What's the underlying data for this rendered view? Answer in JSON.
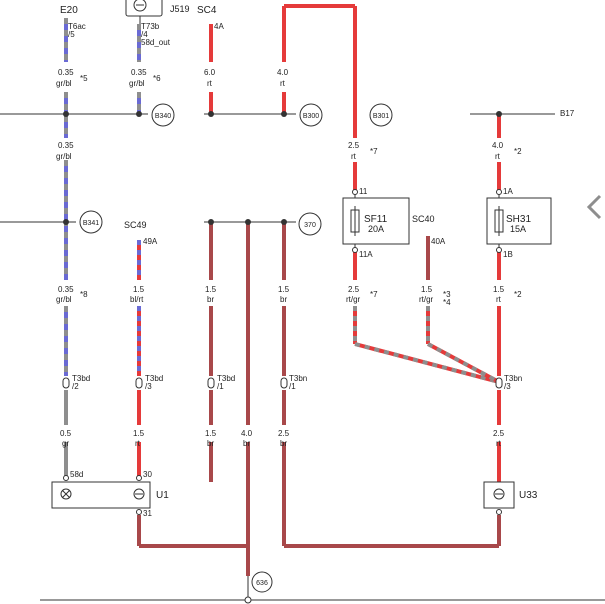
{
  "components": {
    "e20": "E20",
    "j519": "J519",
    "sc4": "SC4",
    "sc49": "SC49",
    "sc40": "SC40",
    "sf11": "SF11",
    "sf11_amp": "20A",
    "sh31": "SH31",
    "sh31_amp": "15A",
    "u1": "U1",
    "u33": "U33",
    "b17": "B17"
  },
  "nodes": {
    "b340": "B340",
    "b300": "B300",
    "b301": "B301",
    "b341": "B341",
    "n370": "370",
    "n636": "636"
  },
  "pins": {
    "t6ac": "T6ac",
    "t6ac_pin": "/5",
    "t73b": "T73b",
    "t73b_pin": "/4",
    "t73b_sig": "58d_out",
    "sc4_out": "4A",
    "sc49_out": "49A",
    "sc40_out": "40A",
    "sf11_in": "11",
    "sf11_out": "11A",
    "sh31_in": "1A",
    "sh31_out": "1B",
    "t3bd_a": "T3bd",
    "t3bd_a_pin": "/2",
    "t3bd_b": "T3bd",
    "t3bd_b_pin": "/3",
    "t3bd_c": "T3bd",
    "t3bd_c_pin": "/1",
    "t3bn_a": "T3bn",
    "t3bn_a_pin": "/1",
    "t3bn_b": "T3bn",
    "t3bn_b_pin": "/3",
    "u1_58d": "58d",
    "u1_30": "30",
    "u1_31": "31"
  },
  "wires": {
    "w1_a": "0.35",
    "w1_a_c": "gr/bl",
    "w1_a_n": "*5",
    "w2_a": "0.35",
    "w2_a_c": "gr/bl",
    "w2_a_n": "*6",
    "w3_a": "6.0",
    "w3_a_c": "rt",
    "w4_a": "4.0",
    "w4_a_c": "rt",
    "w1_b": "0.35",
    "w1_b_c": "gr/bl",
    "w5_a": "2.5",
    "w5_a_c": "rt",
    "w5_a_n": "*7",
    "w6_a": "4.0",
    "w6_a_c": "rt",
    "w6_a_n": "*2",
    "w1_c": "0.35",
    "w1_c_c": "gr/bl",
    "w1_c_n": "*8",
    "w2_b": "1.5",
    "w2_b_c": "bl/rt",
    "w7": "1.5",
    "w7_c": "br",
    "w8": "1.5",
    "w8_c": "br",
    "w5_b": "2.5",
    "w5_b_c": "rt/gr",
    "w5_b_n": "*7",
    "w9": "1.5",
    "w9_c": "rt/gr",
    "w9_n": "*3",
    "w9_n2": "*4",
    "w6_b": "1.5",
    "w6_b_c": "rt",
    "w6_b_n": "*2",
    "w1_d": "0.5",
    "w1_d_c": "gr",
    "w2_c": "1.5",
    "w2_c_c": "rt",
    "w7_b": "1.5",
    "w7_b_c": "br",
    "w10": "4.0",
    "w10_c": "br",
    "w8_b": "2.5",
    "w8_b_c": "br",
    "w6_c": "2.5",
    "w6_c_c": "rt"
  },
  "colors": {
    "red": "#e53a3a",
    "brown_red": "#a8484a",
    "gray": "#8e8e8e",
    "blue": "#6a6ad4",
    "line": "#333333"
  }
}
